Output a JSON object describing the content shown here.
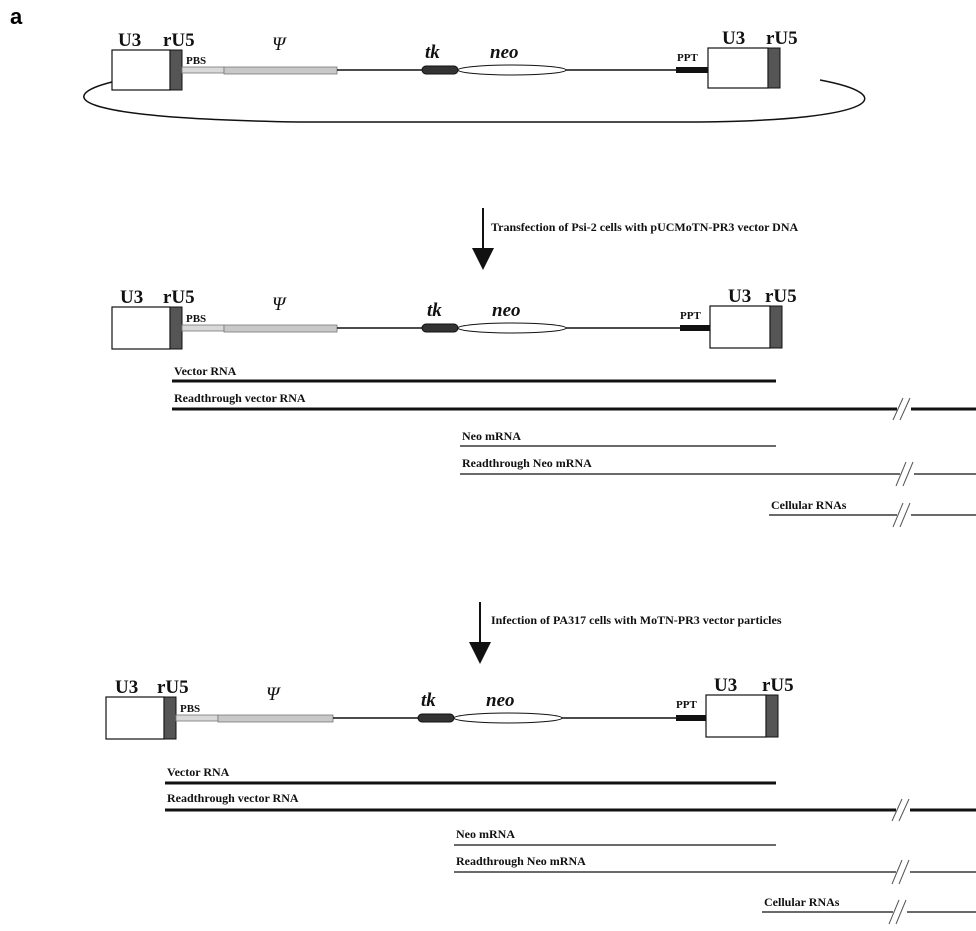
{
  "figure": {
    "panel_label": "a",
    "colors": {
      "ink": "#111111",
      "psi_fill": "#c8c8c8",
      "pbs_fill": "#d9d9d9",
      "tk_fill": "#333333",
      "rU5_fill": "#555555"
    }
  },
  "construct_labels": {
    "u3": "U3",
    "ru5": "rU5",
    "pbs": "PBS",
    "psi": "Ψ",
    "tk": "tk",
    "neo": "neo",
    "ppt": "PPT"
  },
  "steps": {
    "step1": "Transfection of Psi-2 cells with pUCMoTN-PR3 vector DNA",
    "step2": "Infection of PA317 cells with MoTN-PR3 vector particles"
  },
  "transcripts": {
    "vector_rna": "Vector RNA",
    "readthrough_vector_rna": "Readthrough vector RNA",
    "neo_mrna": "Neo mRNA",
    "readthrough_neo_mrna": "Readthrough Neo mRNA",
    "cellular_rnas": "Cellular RNAs"
  }
}
